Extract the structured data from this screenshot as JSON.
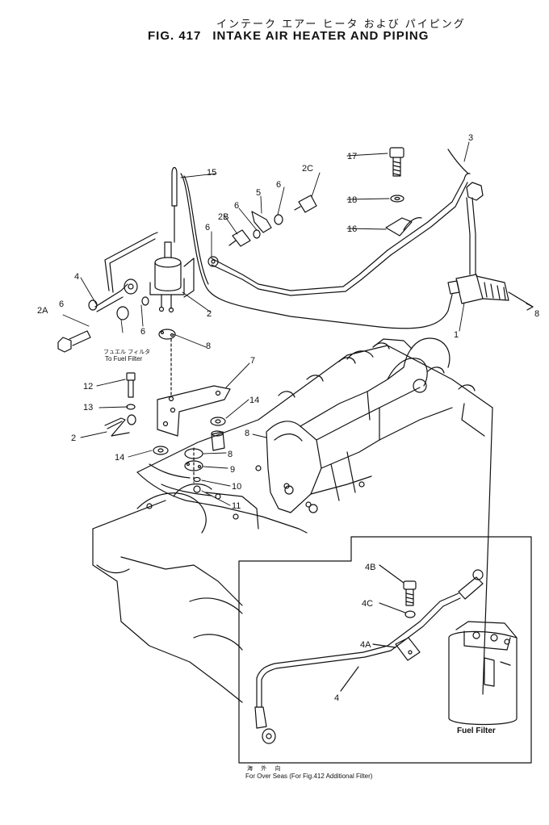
{
  "header": {
    "title_jp": "インテーク エアー ヒータ および パイピング",
    "fig_number": "FIG. 417",
    "title": "INTAKE AIR HEATER AND PIPING"
  },
  "notes": {
    "fuel_filter_jp": "フュエル フィルタ",
    "fuel_filter_en": "To Fuel Filter",
    "overseas_jp": "海 外 向",
    "overseas_en": "For Over Seas (For Fig.412 Additional Filter)"
  },
  "inset": {
    "fuel_filter_label": "Fuel Filter"
  },
  "callouts": [
    {
      "id": "c-1",
      "label": "1"
    },
    {
      "id": "c-2",
      "label": "2"
    },
    {
      "id": "c-2-left",
      "label": "2"
    },
    {
      "id": "c-2a",
      "label": "2A"
    },
    {
      "id": "c-2b",
      "label": "2B"
    },
    {
      "id": "c-2c",
      "label": "2C"
    },
    {
      "id": "c-3",
      "label": "3"
    },
    {
      "id": "c-4",
      "label": "4"
    },
    {
      "id": "c-5",
      "label": "5"
    },
    {
      "id": "c-6a",
      "label": "6"
    },
    {
      "id": "c-6b",
      "label": "6"
    },
    {
      "id": "c-6c",
      "label": "6"
    },
    {
      "id": "c-6d",
      "label": "6"
    },
    {
      "id": "c-6e",
      "label": "6"
    },
    {
      "id": "c-7",
      "label": "7"
    },
    {
      "id": "c-8a",
      "label": "8"
    },
    {
      "id": "c-8b",
      "label": "8"
    },
    {
      "id": "c-8c",
      "label": "8"
    },
    {
      "id": "c-8d",
      "label": "8"
    },
    {
      "id": "c-9",
      "label": "9"
    },
    {
      "id": "c-10",
      "label": "10"
    },
    {
      "id": "c-11",
      "label": "11"
    },
    {
      "id": "c-12",
      "label": "12"
    },
    {
      "id": "c-13",
      "label": "13"
    },
    {
      "id": "c-14a",
      "label": "14"
    },
    {
      "id": "c-14b",
      "label": "14"
    },
    {
      "id": "c-15",
      "label": "15"
    },
    {
      "id": "c-16",
      "label": "16"
    },
    {
      "id": "c-17",
      "label": "17"
    },
    {
      "id": "c-18",
      "label": "18"
    },
    {
      "id": "c-4-inset",
      "label": "4"
    },
    {
      "id": "c-4a",
      "label": "4A"
    },
    {
      "id": "c-4b",
      "label": "4B"
    },
    {
      "id": "c-4c",
      "label": "4C"
    }
  ]
}
